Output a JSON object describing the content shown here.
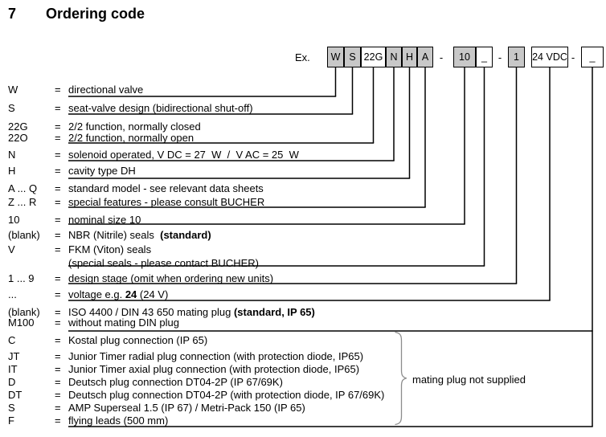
{
  "title": {
    "number": "7",
    "text": "Ordering code"
  },
  "example": {
    "label": "Ex.",
    "shaded_color": "#c8c8c8",
    "boxes": [
      {
        "text": "W",
        "shaded": true
      },
      {
        "text": "S",
        "shaded": true
      },
      {
        "text": "22G",
        "shaded": false
      },
      {
        "text": "N",
        "shaded": true
      },
      {
        "text": "H",
        "shaded": true
      },
      {
        "text": "A",
        "shaded": true
      },
      {
        "text": "-",
        "sep": true
      },
      {
        "text": "10",
        "shaded": true
      },
      {
        "text": "_",
        "shaded": false
      },
      {
        "text": "-",
        "sep": true
      },
      {
        "text": "1",
        "shaded": true
      },
      {
        "text": "24 VDC",
        "shaded": false
      },
      {
        "text": "-",
        "sep": true
      },
      {
        "text": "_",
        "shaded": false
      }
    ]
  },
  "legend": {
    "rows": [
      {
        "code": "W",
        "eq": "=",
        "parts": [
          {
            "t": "directional valve"
          }
        ]
      },
      {
        "code": "S",
        "eq": "=",
        "parts": [
          {
            "t": "seat-valve design (bidirectional shut-off)"
          }
        ]
      },
      {
        "code": "22G",
        "eq": "=",
        "parts": [
          {
            "t": "2/2 function, normally closed"
          }
        ]
      },
      {
        "code": "22O",
        "eq": "=",
        "parts": [
          {
            "t": "2/2 function, normally open"
          }
        ]
      },
      {
        "code": "N",
        "eq": "=",
        "parts": [
          {
            "t": "solenoid operated, V DC = 27  W  /  V AC = 25  W"
          }
        ]
      },
      {
        "code": "H",
        "eq": "=",
        "parts": [
          {
            "t": "cavity type DH"
          }
        ]
      },
      {
        "code": "A ... Q",
        "eq": "=",
        "parts": [
          {
            "t": "standard model - see relevant data sheets"
          }
        ]
      },
      {
        "code": "Z ... R",
        "eq": "=",
        "parts": [
          {
            "t": "special features - please consult BUCHER"
          }
        ]
      },
      {
        "code": "10",
        "eq": "=",
        "parts": [
          {
            "t": "nominal size 10"
          }
        ]
      },
      {
        "code": "(blank)",
        "eq": "=",
        "parts": [
          {
            "t": "NBR (Nitrile) seals  "
          },
          {
            "t": "(standard)",
            "b": true
          }
        ]
      },
      {
        "code": "V",
        "eq": "=",
        "parts": [
          {
            "t": "FKM (Viton) seals"
          }
        ]
      },
      {
        "code": "",
        "eq": "",
        "parts": [
          {
            "t": "(special seals - please contact BUCHER)"
          }
        ]
      },
      {
        "code": "1 ... 9",
        "eq": "=",
        "parts": [
          {
            "t": "design stage (omit when ordering new units)"
          }
        ]
      },
      {
        "code": "...",
        "eq": "=",
        "parts": [
          {
            "t": "voltage e.g. "
          },
          {
            "t": "24",
            "b": true
          },
          {
            "t": " (24 V)"
          }
        ]
      },
      {
        "code": "(blank)",
        "eq": "=",
        "parts": [
          {
            "t": "ISO 4400 / DIN 43 650 mating plug "
          },
          {
            "t": "(standard, IP 65)",
            "b": true
          }
        ]
      },
      {
        "code": "M100",
        "eq": "=",
        "parts": [
          {
            "t": "without mating DIN plug"
          }
        ]
      },
      {
        "code": "C",
        "eq": "=",
        "parts": [
          {
            "t": "Kostal plug connection (IP 65)"
          }
        ]
      },
      {
        "code": "JT",
        "eq": "=",
        "parts": [
          {
            "t": "Junior Timer radial plug connection (with protection diode, IP65)"
          }
        ]
      },
      {
        "code": "IT",
        "eq": "=",
        "parts": [
          {
            "t": "Junior Timer axial plug connection (with protection diode, IP65)"
          }
        ]
      },
      {
        "code": "D",
        "eq": "=",
        "parts": [
          {
            "t": "Deutsch plug connection DT04-2P (IP 67/69K)"
          }
        ]
      },
      {
        "code": "DT",
        "eq": "=",
        "parts": [
          {
            "t": "Deutsch plug connection DT04-2P (with protection diode, IP 67/69K)"
          }
        ]
      },
      {
        "code": "S",
        "eq": "=",
        "parts": [
          {
            "t": "AMP Superseal 1.5 (IP 67) / Metri-Pack 150 (IP 65)"
          }
        ]
      },
      {
        "code": "F",
        "eq": "=",
        "parts": [
          {
            "t": "flying leads (500 mm)"
          }
        ]
      }
    ],
    "brace_note": "mating plug not supplied"
  }
}
